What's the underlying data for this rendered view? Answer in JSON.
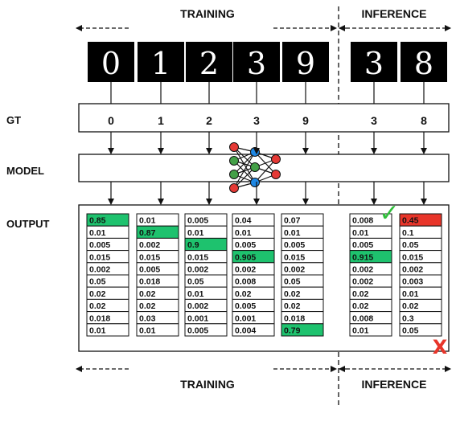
{
  "headers": {
    "training": "TRAINING",
    "inference": "INFERENCE"
  },
  "row_labels": {
    "gt": "GT",
    "model": "MODEL",
    "output": "OUTPUT"
  },
  "digit_images": [
    "0",
    "1",
    "2",
    "3",
    "9",
    "3",
    "8"
  ],
  "gt_values": [
    "0",
    "1",
    "2",
    "3",
    "9",
    "3",
    "8"
  ],
  "outputs": [
    [
      "0.85",
      "0.01",
      "0.005",
      "0.015",
      "0.002",
      "0.05",
      "0.02",
      "0.02",
      "0.018",
      "0.01"
    ],
    [
      "0.01",
      "0.87",
      "0.002",
      "0.015",
      "0.005",
      "0.018",
      "0.02",
      "0.02",
      "0.03",
      "0.01"
    ],
    [
      "0.005",
      "0.01",
      "0.9",
      "0.015",
      "0.002",
      "0.05",
      "0.01",
      "0.002",
      "0.001",
      "0.005"
    ],
    [
      "0.04",
      "0.01",
      "0.005",
      "0.905",
      "0.002",
      "0.008",
      "0.02",
      "0.005",
      "0.001",
      "0.004"
    ],
    [
      "0.07",
      "0.01",
      "0.005",
      "0.015",
      "0.002",
      "0.05",
      "0.02",
      "0.02",
      "0.018",
      "0.79"
    ],
    [
      "0.008",
      "0.01",
      "0.005",
      "0.915",
      "0.002",
      "0.002",
      "0.02",
      "0.02",
      "0.008",
      "0.01"
    ],
    [
      "0.45",
      "0.1",
      "0.05",
      "0.015",
      "0.002",
      "0.003",
      "0.01",
      "0.02",
      "0.3",
      "0.05"
    ]
  ],
  "highlights": [
    {
      "col": 0,
      "row": 0,
      "status": "correct"
    },
    {
      "col": 1,
      "row": 1,
      "status": "correct"
    },
    {
      "col": 2,
      "row": 2,
      "status": "correct"
    },
    {
      "col": 3,
      "row": 3,
      "status": "correct"
    },
    {
      "col": 4,
      "row": 9,
      "status": "correct"
    },
    {
      "col": 5,
      "row": 3,
      "status": "correct"
    },
    {
      "col": 6,
      "row": 0,
      "status": "wrong"
    }
  ],
  "marks": {
    "check": "✓",
    "cross": "X"
  },
  "colors": {
    "correct": "#1ec26e",
    "wrong": "#e8352a",
    "check": "#2fbf3a",
    "cross": "#e8352a",
    "node_red": "#e53935",
    "node_green": "#43a047",
    "node_blue": "#1e88e5"
  }
}
